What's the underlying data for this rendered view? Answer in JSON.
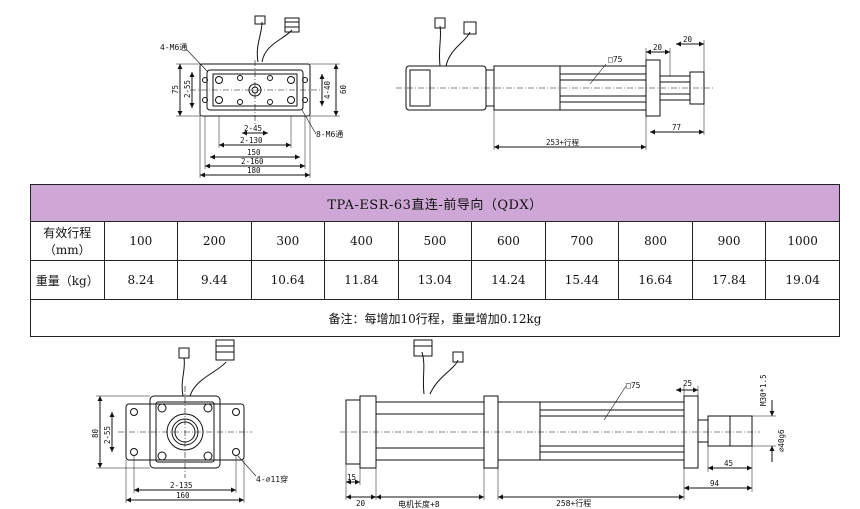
{
  "top_left_view": {
    "callout_holes": "4-M6通",
    "callout_bottom": "8-M6通",
    "dims": {
      "left_outer": "75",
      "left_inner": "2-55",
      "right_inner": "4-40",
      "right_outer": "60",
      "h1": "2-45",
      "h2": "2-130",
      "h3": "150",
      "h4": "2-160",
      "h5": "180"
    }
  },
  "top_right_view": {
    "square": "□75",
    "d_20a": "20",
    "d_20b": "20",
    "d_77": "77",
    "d_length": "253+行程"
  },
  "table": {
    "title": "TPA-ESR-63直连-前导向（QDX）",
    "stroke_header": "有效行程（mm）",
    "strokes": [
      "100",
      "200",
      "300",
      "400",
      "500",
      "600",
      "700",
      "800",
      "900",
      "1000"
    ],
    "weight_header": "重量（kg）",
    "weights": [
      "8.24",
      "9.44",
      "10.64",
      "11.84",
      "13.04",
      "14.24",
      "15.44",
      "16.64",
      "17.84",
      "19.04"
    ],
    "note": "备注：每增加10行程，重量增加0.12kg"
  },
  "bottom_left_view": {
    "d_80": "80",
    "d_2_55": "2-55",
    "d_2_135": "2-135",
    "d_160": "160",
    "callout_holes": "4-∅11穿"
  },
  "bottom_right_view": {
    "square": "□75",
    "d_25": "25",
    "thread": "M30*1.5",
    "shaft": "∅40g6",
    "d_45": "45",
    "d_94": "94",
    "d_15": "15",
    "d_20": "20",
    "motor_len": "电机长度+8",
    "d_length": "258+行程"
  }
}
